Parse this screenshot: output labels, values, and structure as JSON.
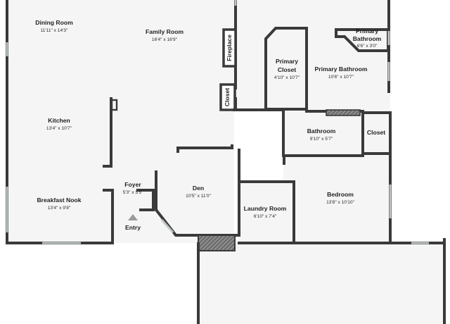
{
  "rooms": {
    "dining_room": {
      "name": "Dining Room",
      "dims": "11'11\" x 14'3\""
    },
    "family_room": {
      "name": "Family Room",
      "dims": "16'4\" x 16'9\""
    },
    "fireplace": {
      "name": "Fireplace"
    },
    "closet_small": {
      "name": "Closet"
    },
    "primary_closet": {
      "name_line1": "Primary",
      "name_line2": "Closet",
      "dims": "4'10\" x 10'7\""
    },
    "primary_bathroom": {
      "name": "Primary Bathroom",
      "dims": "10'6\" x 10'7\""
    },
    "primary_bathroom_small": {
      "name_line1": "Primary",
      "name_line2": "Bathroom",
      "dims": "6'6\" x 3'0\""
    },
    "kitchen": {
      "name": "Kitchen",
      "dims": "13'4\" x 10'7\""
    },
    "bathroom": {
      "name": "Bathroom",
      "dims": "9'10\" x 5'7\""
    },
    "closet_right": {
      "name": "Closet"
    },
    "foyer": {
      "name": "Foyer",
      "dims": "5'3\" x 5'5\""
    },
    "den": {
      "name": "Den",
      "dims": "10'5\" x 11'0\""
    },
    "breakfast_nook": {
      "name": "Breakfast Nook",
      "dims": "13'4\" x 9'8\""
    },
    "laundry_room": {
      "name": "Laundry Room",
      "dims": "6'10\" x 7'4\""
    },
    "bedroom": {
      "name": "Bedroom",
      "dims": "13'8\" x 10'10\""
    }
  },
  "entry": {
    "label": "Entry",
    "icon": "entry-arrow-icon"
  },
  "colors": {
    "wall": "#3a3a3a",
    "floor": "#f5f5f5",
    "window": "#bfc6c4",
    "hatch": "#555555"
  }
}
